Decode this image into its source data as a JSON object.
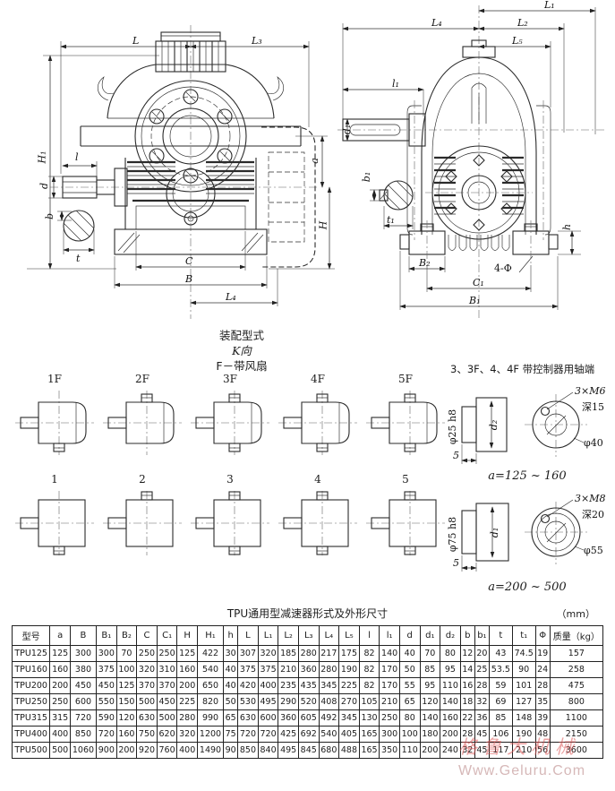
{
  "drawings": {
    "front_view": {
      "labels": {
        "L": "L",
        "L3": "L₃",
        "H1": "H₁",
        "l": "l",
        "d": "d",
        "b": "b",
        "t": "t",
        "C": "C",
        "B": "B",
        "L4": "L₄",
        "a": "a",
        "H": "H"
      }
    },
    "side_view": {
      "labels": {
        "L1": "L₁",
        "L4": "L₄",
        "L2": "L₂",
        "L5": "L₅",
        "l1": "l₁",
        "d1": "d₁",
        "b1": "b₁",
        "t1": "t₁",
        "B2": "B₂",
        "holes": "4-Φ",
        "C1": "C₁",
        "B1": "B₁",
        "h": "h"
      }
    }
  },
  "assembly": {
    "title_line1": "装配型式",
    "title_line2": "K向",
    "title_line3": "F－带风扇",
    "fan_row": [
      {
        "label": "1F",
        "stubs": "bottom"
      },
      {
        "label": "2F",
        "stubs": "top"
      },
      {
        "label": "3F",
        "stubs": "top bottom"
      },
      {
        "label": "4F",
        "stubs": "top bottom"
      },
      {
        "label": "5F",
        "stubs": "top bottom"
      }
    ],
    "plain_row": [
      {
        "label": "1",
        "stubs": "bottom"
      },
      {
        "label": "2",
        "stubs": "top"
      },
      {
        "label": "3",
        "stubs": "top bottom"
      },
      {
        "label": "4",
        "stubs": "top bottom"
      },
      {
        "label": "5",
        "stubs": "top bottom"
      }
    ]
  },
  "shaft_ends": {
    "title": "3、3F、4、4F 带控制器用轴端",
    "detail1": {
      "thread": "3×M6",
      "depth": "深15",
      "dia": "φ40",
      "shaft_dia": "φ25 h8",
      "inner": "d₂",
      "len": "5",
      "range": "a=125 ~ 160"
    },
    "detail2": {
      "thread": "3×M8",
      "depth": "深20",
      "dia": "φ55",
      "shaft_dia": "φ75 h8",
      "inner": "d₁",
      "len": "5",
      "range": "a=200 ~ 500"
    }
  },
  "table": {
    "title": "TPU通用型减速器形式及外形尺寸",
    "unit": "（mm）",
    "headers": [
      "型号",
      "a",
      "B",
      "B₁",
      "B₂",
      "C",
      "C₁",
      "H",
      "H₁",
      "h",
      "L",
      "L₁",
      "L₂",
      "L₃",
      "L₄",
      "L₅",
      "l",
      "l₁",
      "d",
      "d₁",
      "d₂",
      "b",
      "b₁",
      "t",
      "t₁",
      "Φ",
      "质量（kg）"
    ],
    "rows": [
      [
        "TPU125",
        "125",
        "300",
        "300",
        "70",
        "250",
        "250",
        "125",
        "422",
        "30",
        "307",
        "320",
        "185",
        "280",
        "217",
        "175",
        "82",
        "140",
        "40",
        "70",
        "80",
        "12",
        "20",
        "43",
        "74.5",
        "19",
        "157"
      ],
      [
        "TPU160",
        "160",
        "380",
        "375",
        "100",
        "320",
        "310",
        "160",
        "540",
        "40",
        "375",
        "375",
        "210",
        "360",
        "280",
        "190",
        "82",
        "170",
        "50",
        "85",
        "95",
        "14",
        "25",
        "53.5",
        "90",
        "24",
        "258"
      ],
      [
        "TPU200",
        "200",
        "450",
        "450",
        "125",
        "370",
        "370",
        "200",
        "650",
        "40",
        "420",
        "400",
        "235",
        "435",
        "345",
        "225",
        "82",
        "170",
        "55",
        "95",
        "110",
        "16",
        "28",
        "59",
        "101",
        "28",
        "475"
      ],
      [
        "TPU250",
        "250",
        "600",
        "550",
        "150",
        "500",
        "450",
        "225",
        "820",
        "50",
        "530",
        "495",
        "290",
        "520",
        "408",
        "270",
        "105",
        "210",
        "65",
        "120",
        "140",
        "18",
        "32",
        "69",
        "127",
        "35",
        "800"
      ],
      [
        "TPU315",
        "315",
        "720",
        "590",
        "120",
        "630",
        "500",
        "280",
        "990",
        "65",
        "630",
        "600",
        "360",
        "605",
        "492",
        "345",
        "130",
        "250",
        "80",
        "140",
        "160",
        "22",
        "36",
        "85",
        "148",
        "39",
        "1100"
      ],
      [
        "TPU400",
        "400",
        "850",
        "720",
        "160",
        "750",
        "620",
        "320",
        "1200",
        "75",
        "720",
        "720",
        "425",
        "692",
        "540",
        "405",
        "165",
        "300",
        "100",
        "180",
        "200",
        "28",
        "45",
        "106",
        "190",
        "48",
        "2150"
      ],
      [
        "TPU500",
        "500",
        "1060",
        "900",
        "200",
        "920",
        "760",
        "400",
        "1490",
        "90",
        "850",
        "840",
        "495",
        "845",
        "680",
        "488",
        "165",
        "350",
        "110",
        "200",
        "240",
        "32",
        "45",
        "117",
        "210",
        "56",
        "3600"
      ]
    ]
  },
  "watermark": {
    "line1": "格鲁大机械",
    "line2": "Www.Geluru.Com"
  }
}
